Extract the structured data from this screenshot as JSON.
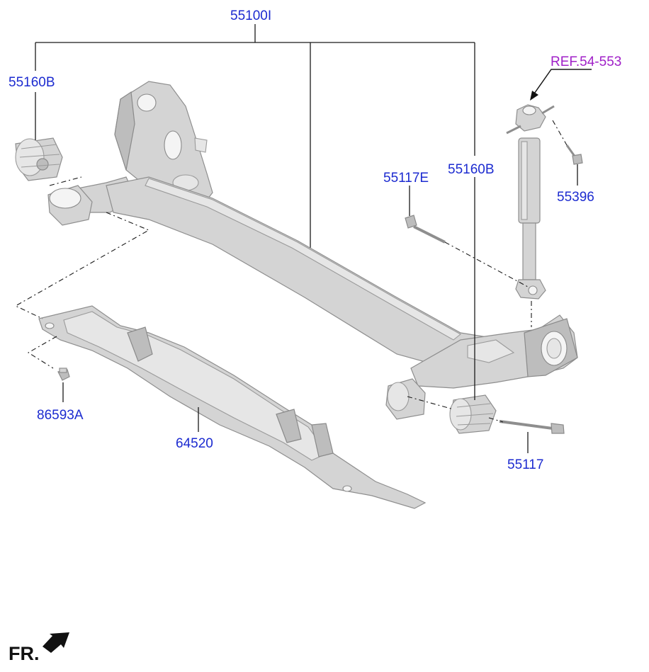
{
  "diagram": {
    "callouts": {
      "axle_assembly": "55100I",
      "bushing_left": "55160B",
      "bushing_right": "55160B",
      "bolt_upper": "55117E",
      "bolt_lower": "55117",
      "shock_bolt": "55396",
      "clip": "86593A",
      "under_cover": "64520",
      "shock_ref": "REF.54-553"
    },
    "orientation_label": "FR.",
    "colors": {
      "callout": "#1c2bd0",
      "reference": "#a020c8",
      "part_fill": "#d4d4d4"
    },
    "icons": [
      "front-direction-arrow-icon"
    ]
  }
}
